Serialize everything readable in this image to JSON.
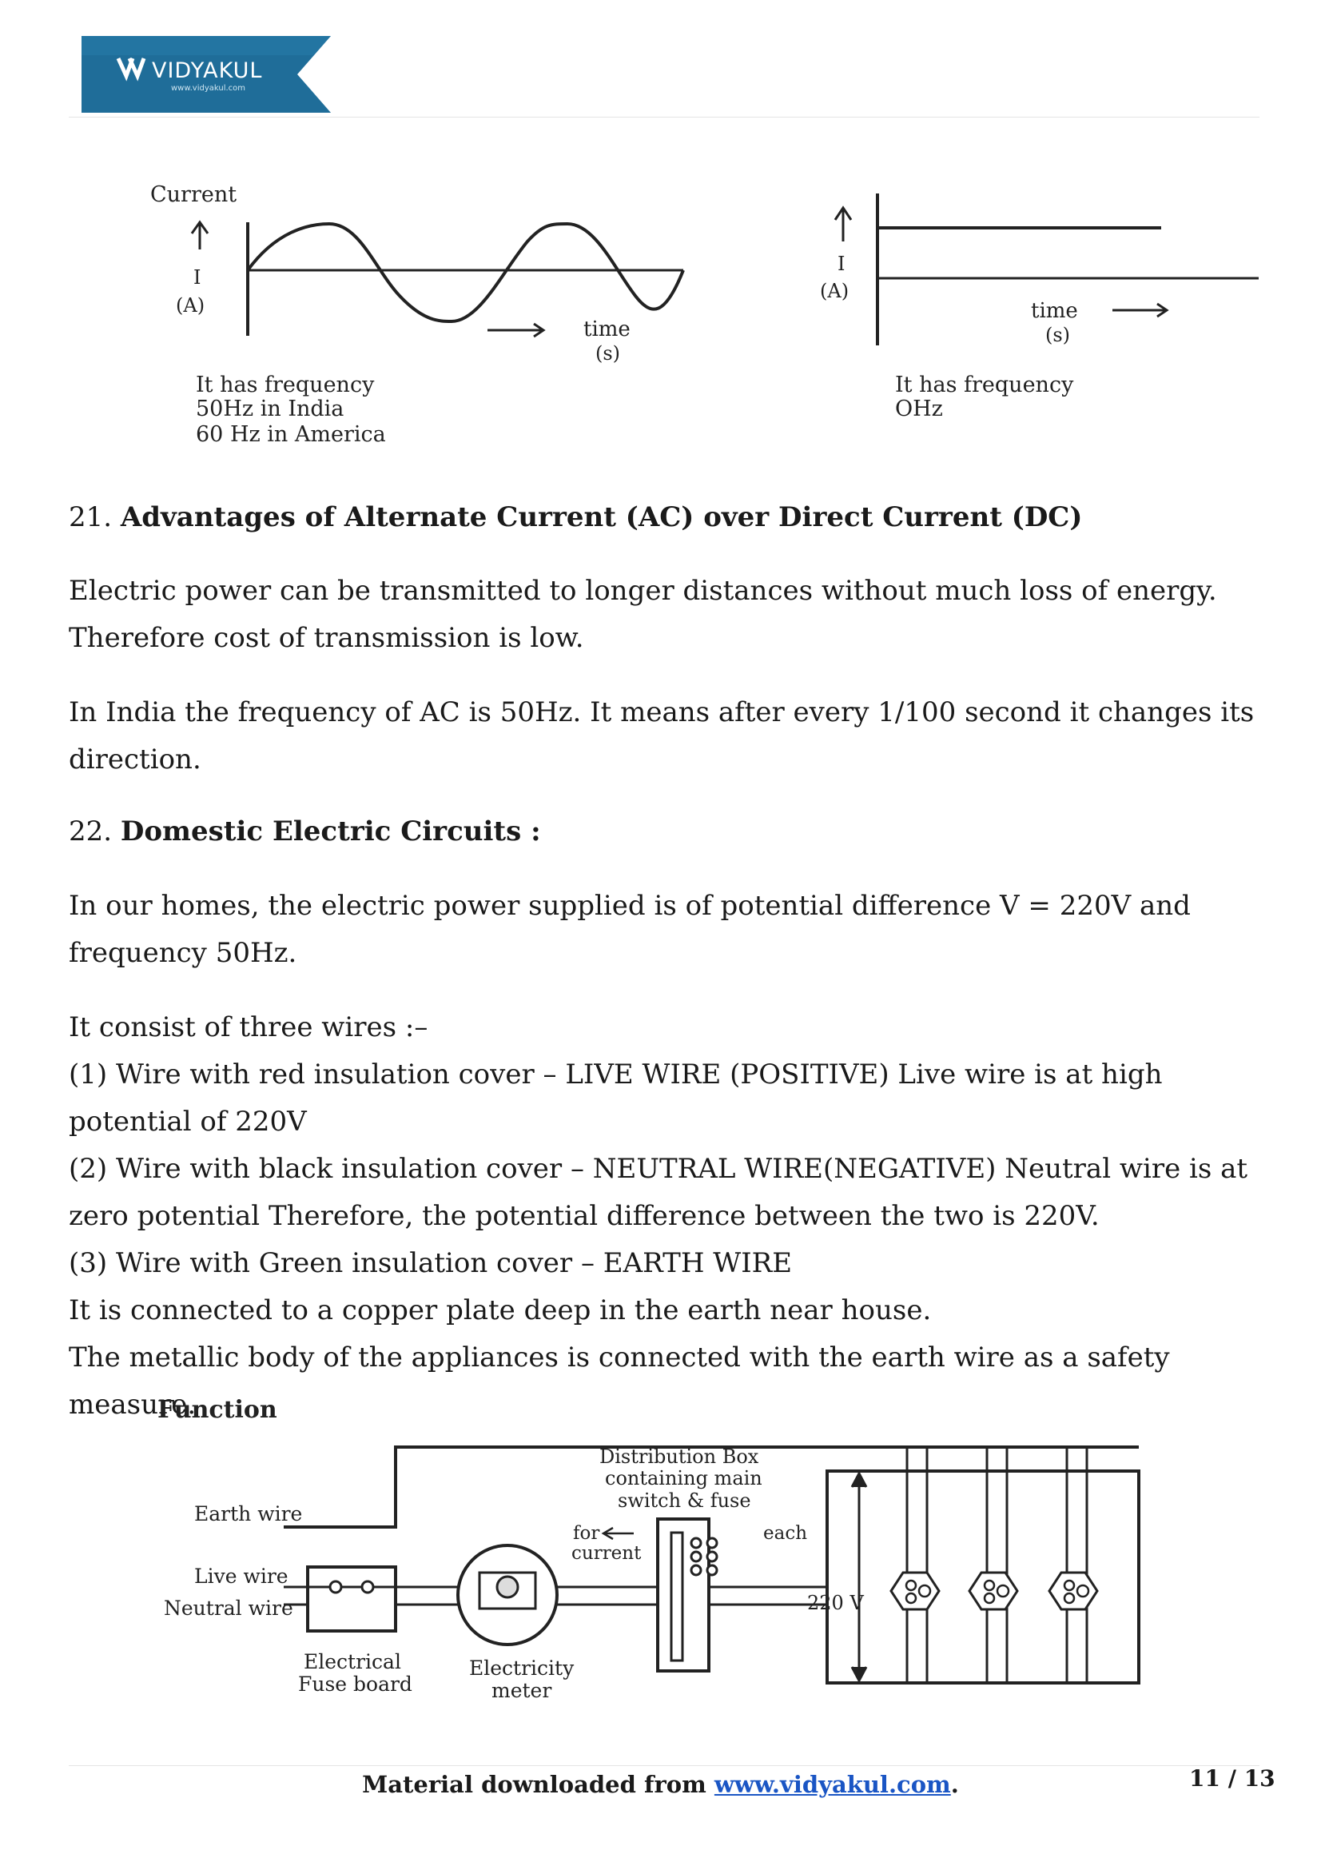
{
  "header": {
    "logo_text": "VIDYAKUL",
    "logo_url": "www.vidyakul.com",
    "logo_color": "#1f6d99"
  },
  "figure_ac_dc": {
    "ac": {
      "y_label": "Current",
      "axis_symbol": "I",
      "axis_unit": "(A)",
      "time_label": "time",
      "time_unit": "(s)",
      "caption": [
        "It has frequency",
        "50Hz in India",
        "60 Hz in America"
      ]
    },
    "dc": {
      "axis_symbol": "I",
      "axis_unit": "(A)",
      "time_label": "time",
      "time_unit": "(s)",
      "caption": [
        "It has frequency",
        "OHz"
      ]
    }
  },
  "section21": {
    "number": "21.",
    "title": "Advantages of Alternate Current (AC) over Direct Current (DC)",
    "para1": "Electric power can be transmitted to longer distances without much loss of energy. Therefore cost of transmission is low.",
    "para2": "In India the frequency of AC is 50Hz. It means after every 1/100 second it changes its direction."
  },
  "section22": {
    "number": "22.",
    "title": "Domestic Electric Circuits :",
    "para1": "In our homes, the electric power supplied is of potential difference V = 220V and frequency 50Hz.",
    "lines": [
      "It consist of three wires :–",
      "(1) Wire with red insulation cover – LIVE WIRE (POSITIVE) Live wire is at high potential of 220V",
      "(2) Wire with black insulation cover – NEUTRAL WIRE(NEGATIVE) Neutral wire is at zero potential Therefore, the potential difference between the two is 220V.",
      "(3) Wire with Green insulation cover – EARTH WIRE",
      "It is connected to a copper plate deep in the earth near house.",
      "The metallic body of the appliances is connected with the earth wire as a safety measure."
    ]
  },
  "figure_circuit": {
    "title": "Function",
    "earth_wire": "Earth wire",
    "live_wire": "Live wire",
    "neutral_wire": "Neutral wire",
    "fuse_board": [
      "Electrical",
      "Fuse board"
    ],
    "meter": [
      "Electricity",
      "meter"
    ],
    "dist_box": [
      "Distribution Box",
      "containing main",
      "switch & fuse"
    ],
    "for_current": [
      "for",
      "current"
    ],
    "each": "each",
    "voltage": "220 V"
  },
  "footer": {
    "prefix": "Material downloaded from ",
    "link": "www.vidyakul.com",
    "suffix": ".",
    "page": "11 / 13"
  }
}
